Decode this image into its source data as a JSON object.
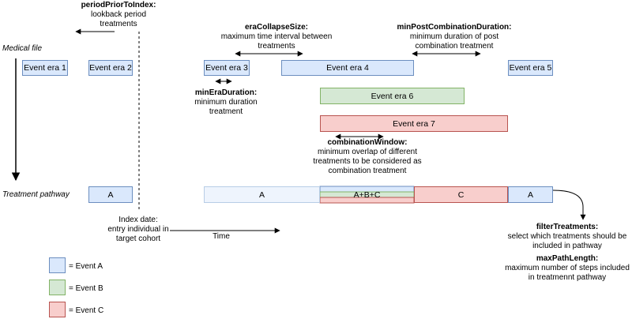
{
  "row_labels": {
    "medical_file": "Medical file",
    "treatment_pathway": "Treatment pathway"
  },
  "event_eras": {
    "era1": "Event era 1",
    "era2": "Event era 2",
    "era3": "Event era 3",
    "era4": "Event era 4",
    "era5": "Event era 5",
    "era6": "Event era 6",
    "era7": "Event era 7"
  },
  "pathway": {
    "a_before_index": "A",
    "a_first": "A",
    "combo": "A+B+C",
    "c": "C",
    "a_last": "A"
  },
  "annotations": {
    "period_prior": {
      "title": "periodPriorToIndex:",
      "line1": "lookback period",
      "line2": "treatments"
    },
    "era_collapse": {
      "title": "eraCollapseSize:",
      "line1": "maximum time interval between",
      "line2": "treatments"
    },
    "min_post": {
      "title": "minPostCombinationDuration:",
      "line1": "minimum duration of post",
      "line2": "combination treatment"
    },
    "min_era": {
      "title": "minEraDuration:",
      "line1": "minimum duration",
      "line2": "treatment"
    },
    "combination_window": {
      "title": "combinationWindow:",
      "line1": "minimum overlap of different",
      "line2": "treatments to be considered as",
      "line3": "combination treatment"
    },
    "index_date": {
      "line1": "Index date:",
      "line2": "entry individual in",
      "line3": "target cohort"
    },
    "time": "Time",
    "filter_treatments": {
      "title": "filterTreatments:",
      "line1": "select which treatments should be",
      "line2": "included in pathway"
    },
    "max_path_length": {
      "title": "maxPathLength:",
      "line1": "maximum number of steps included",
      "line2": "in treatmennt pathway"
    }
  },
  "legend": {
    "event_a": "= Event A",
    "event_b": "= Event B",
    "event_c": "= Event C"
  },
  "colors": {
    "event_a_fill": "#dae8fc",
    "event_a_stroke": "#6c8ebf",
    "event_b_fill": "#d5e8d4",
    "event_b_stroke": "#82b366",
    "event_c_fill": "#f8cecc",
    "event_c_stroke": "#b85450"
  }
}
